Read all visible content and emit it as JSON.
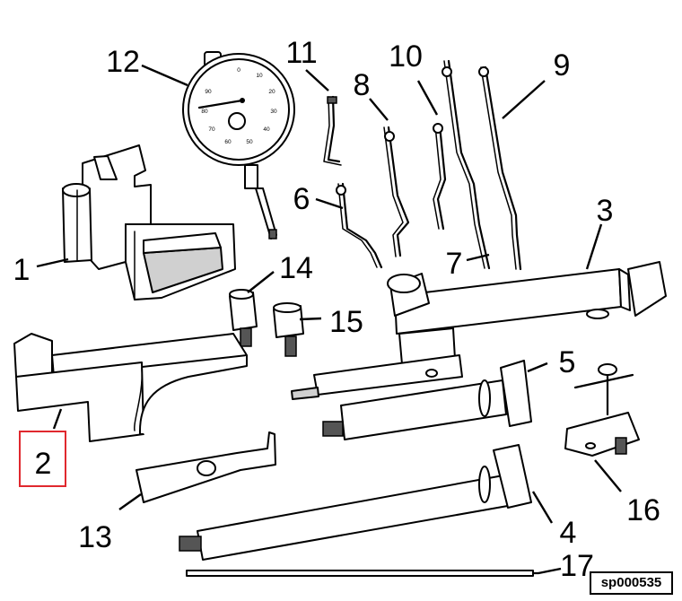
{
  "figure_id": "sp000535",
  "callouts": {
    "c1": "1",
    "c2": "2",
    "c3": "3",
    "c4": "4",
    "c5": "5",
    "c6": "6",
    "c7": "7",
    "c8": "8",
    "c9": "9",
    "c10": "10",
    "c11": "11",
    "c12": "12",
    "c13": "13",
    "c14": "14",
    "c15": "15",
    "c16": "16",
    "c17": "17"
  },
  "gauge_scale": [
    "0",
    "10",
    "20",
    "30",
    "40",
    "50",
    "60",
    "70",
    "80",
    "90"
  ],
  "highlighted_callout": "2",
  "highlight_color": "#e0282e"
}
